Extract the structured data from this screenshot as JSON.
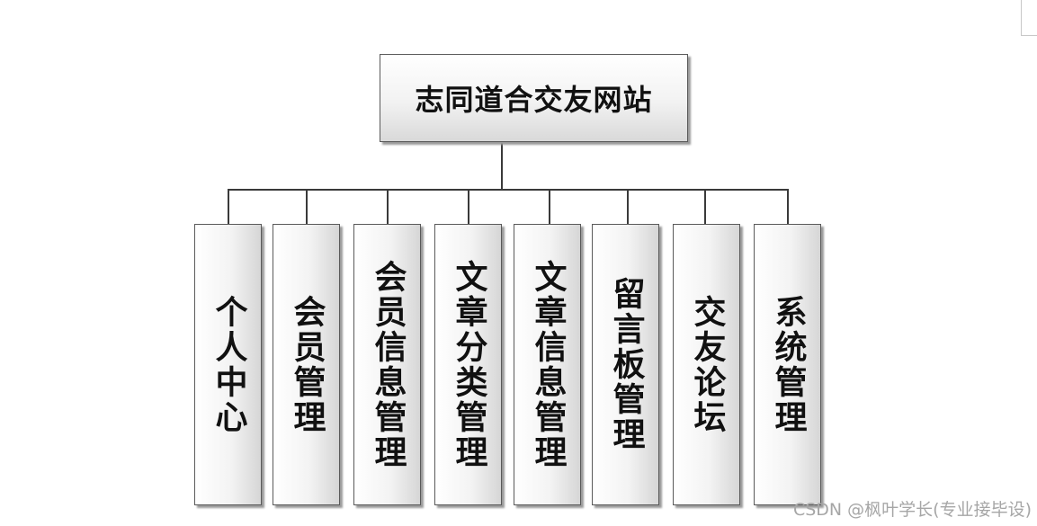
{
  "diagram": {
    "root": {
      "label": "志同道合交友网站"
    },
    "children": [
      {
        "label": "个人中心"
      },
      {
        "label": "会员管理"
      },
      {
        "label": "会员信息管理"
      },
      {
        "label": "文章分类管理"
      },
      {
        "label": "文章信息管理"
      },
      {
        "label": "留言板管理"
      },
      {
        "label": "交友论坛"
      },
      {
        "label": "系统管理"
      }
    ]
  },
  "watermark": "CSDN @枫叶学长(专业接毕设)",
  "colors": {
    "line": "#3a3a3a",
    "border": "#5a5a5a",
    "text": "#111111",
    "watermark": "#a6a6a6"
  }
}
